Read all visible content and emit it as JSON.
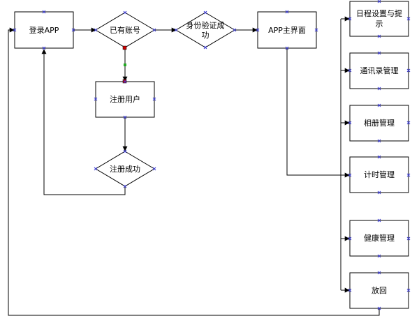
{
  "diagram": {
    "nodes": {
      "login_app": "登录APP",
      "has_account": "已有账号",
      "auth_success_line1": "身份验证成",
      "auth_success_line2": "功",
      "app_main": "APP主界面",
      "register_user": "注册用户",
      "register_success": "注册成功",
      "schedule_line1": "日程设置与提",
      "schedule_line2": "示",
      "contacts": "通讯录管理",
      "album": "相册管理",
      "timer": "计时管理",
      "health": "健康管理",
      "back": "放回"
    },
    "colors": {
      "line": "#000000",
      "box_fill": "#ffffff",
      "selection_handle": "#3b3bd6",
      "connector_red": "#cc0000",
      "connector_green": "#22aa22"
    }
  }
}
